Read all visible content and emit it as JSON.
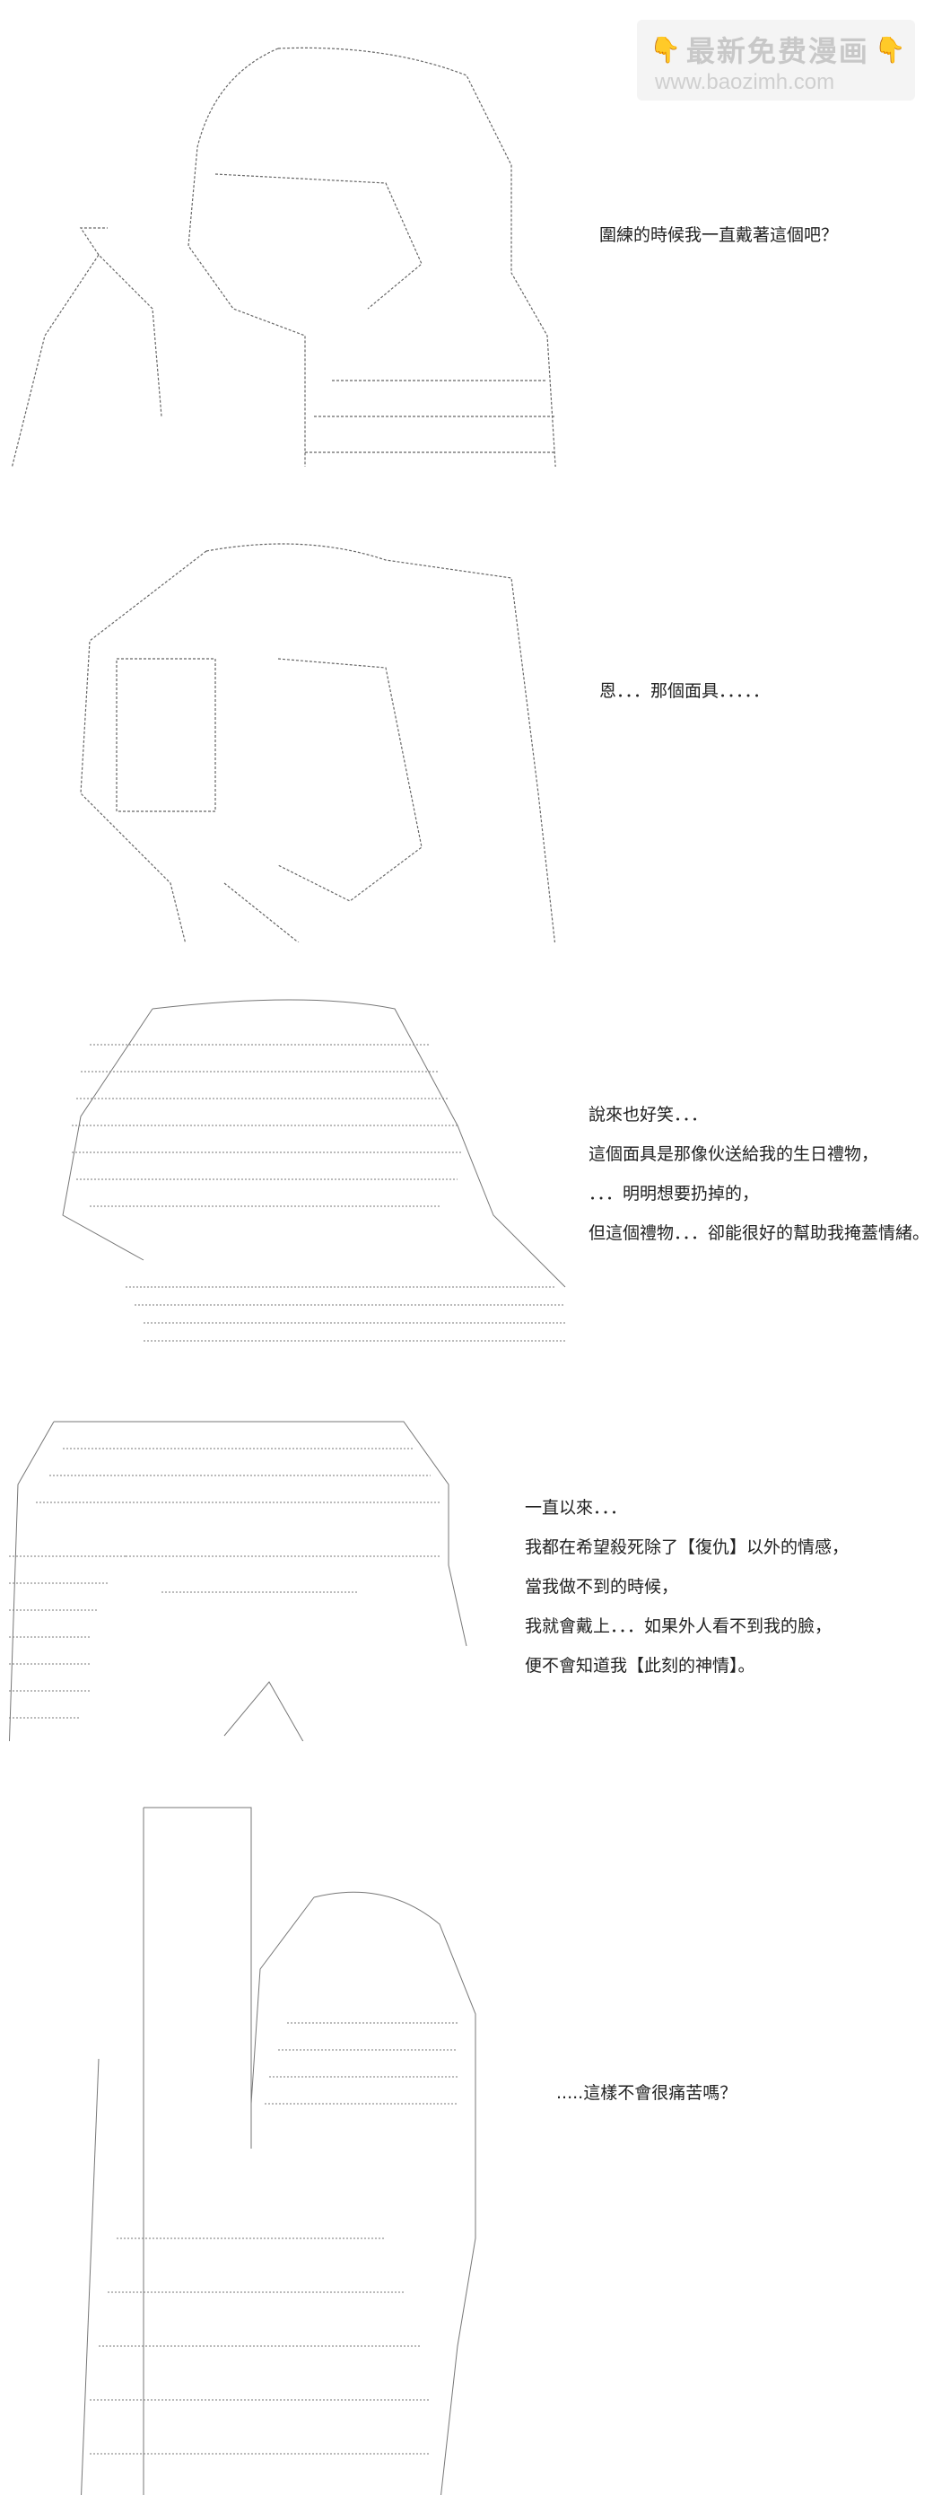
{
  "watermark": {
    "emoji_left": "👇",
    "title": "最新免费漫画",
    "emoji_right": "👇",
    "url": "www.baozimh.com"
  },
  "panels": [
    {
      "lines": [
        "圍練的時候我一直戴著這個吧？"
      ]
    },
    {
      "lines": [
        "恩．．．那個面具．．．．．"
      ]
    },
    {
      "lines": [
        "說來也好笑．．．",
        "這個面具是那像伙送給我的生日禮物，",
        "．．．明明想要扔掉的，",
        "但這個禮物．．．卻能很好的幫助我掩蓋情緒。"
      ]
    },
    {
      "lines": [
        "一直以來．．．",
        "我都在希望殺死除了【復仇】以外的情感，",
        "當我做不到的時候，",
        "我就會戴上．．．如果外人看不到我的臉，",
        "便不會知道我【此刻的神情】。"
      ]
    },
    {
      "lines": [
        ".....這樣不會很痛苦嗎？"
      ]
    }
  ]
}
